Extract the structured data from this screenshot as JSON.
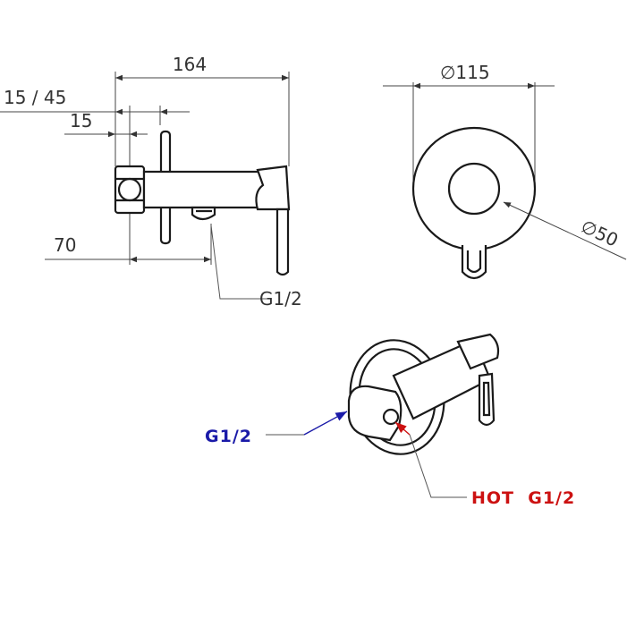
{
  "dimensions": {
    "overall_length": "164",
    "wall_depth": "15 / 45",
    "plate_offset": "15",
    "outlet_offset": "70",
    "outlet_thread": "G1/2",
    "plate_diameter": "∅115",
    "inner_diameter": "∅50"
  },
  "labels": {
    "cold_inlet": "G1/2",
    "hot_inlet": "HOT  G1/2"
  },
  "colors": {
    "cold": "#1a1aa8",
    "hot": "#cc1111",
    "line": "#1a1a1a"
  }
}
